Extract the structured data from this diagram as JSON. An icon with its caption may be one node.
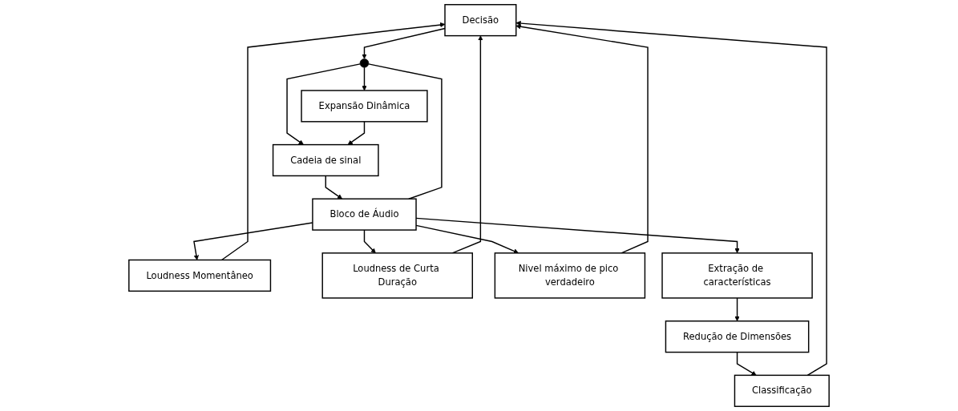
{
  "diagram": {
    "nodes": [
      {
        "text": [
          "Decisão"
        ]
      },
      {
        "text": [
          "Classificação"
        ]
      },
      {
        "text": [
          "Loudness Momentâneo"
        ]
      },
      {
        "text": [
          "Loudness de Curta Duração"
        ]
      },
      {
        "text": [
          "Nivel máximo de pico verdadeiro"
        ]
      },
      {
        "text": [
          "Redução de Dimensões"
        ]
      },
      {
        "text": [
          "Extração de características"
        ]
      },
      {
        "text": [
          "Bloco de Áudio"
        ]
      },
      {
        "text": [],
        "shape": "switch"
      },
      {
        "text": [
          "Expansão Dinâmica"
        ]
      },
      {
        "text": [
          "Cadeia de sinal"
        ]
      }
    ],
    "edges": [
      {
        "from": 1,
        "to": 0,
        "arrow": "to"
      },
      {
        "from": 2,
        "to": 0,
        "arrow": "to"
      },
      {
        "from": 3,
        "to": 0,
        "arrow": "to"
      },
      {
        "from": 4,
        "to": 0,
        "arrow": "to"
      },
      {
        "from": 5,
        "to": 1,
        "arrow": "to"
      },
      {
        "from": 6,
        "to": 5,
        "arrow": "to"
      },
      {
        "from": 7,
        "to": 6,
        "arrow": "to"
      },
      {
        "from": 7,
        "to": 2,
        "arrow": "to"
      },
      {
        "from": 7,
        "to": 3,
        "arrow": "to"
      },
      {
        "from": 7,
        "to": 4,
        "arrow": "to"
      },
      {
        "from": 0,
        "to": 8,
        "arrow": "to"
      },
      {
        "from": 7,
        "to": 8,
        "arrow": "none"
      },
      {
        "from": 8,
        "to": 9,
        "arrow": "to"
      },
      {
        "from": 8,
        "to": 10,
        "arrow": "to"
      },
      {
        "from": 9,
        "to": 10,
        "arrow": "to"
      },
      {
        "from": 10,
        "to": 7,
        "arrow": "to"
      }
    ]
  }
}
